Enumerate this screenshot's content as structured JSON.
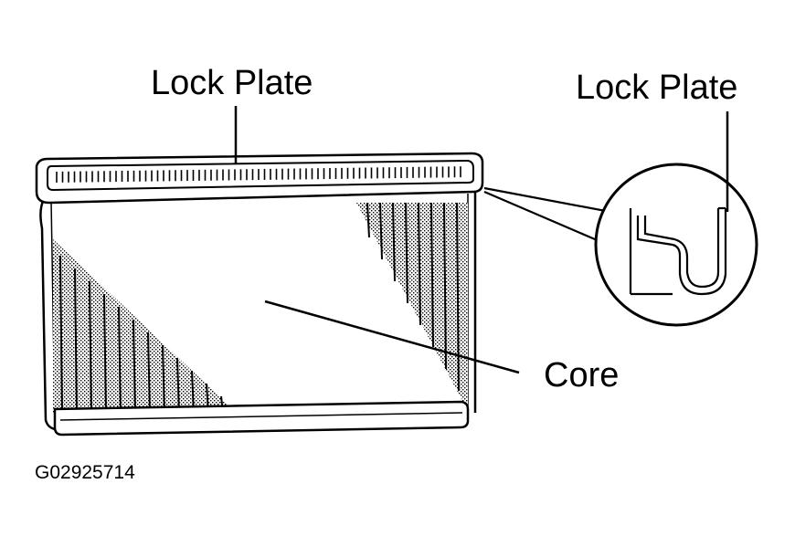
{
  "labels": {
    "lock_plate_left": "Lock Plate",
    "lock_plate_right": "Lock Plate",
    "core": "Core",
    "figure_id": "G02925714"
  },
  "colors": {
    "ink": "#000000",
    "background": "#ffffff"
  }
}
